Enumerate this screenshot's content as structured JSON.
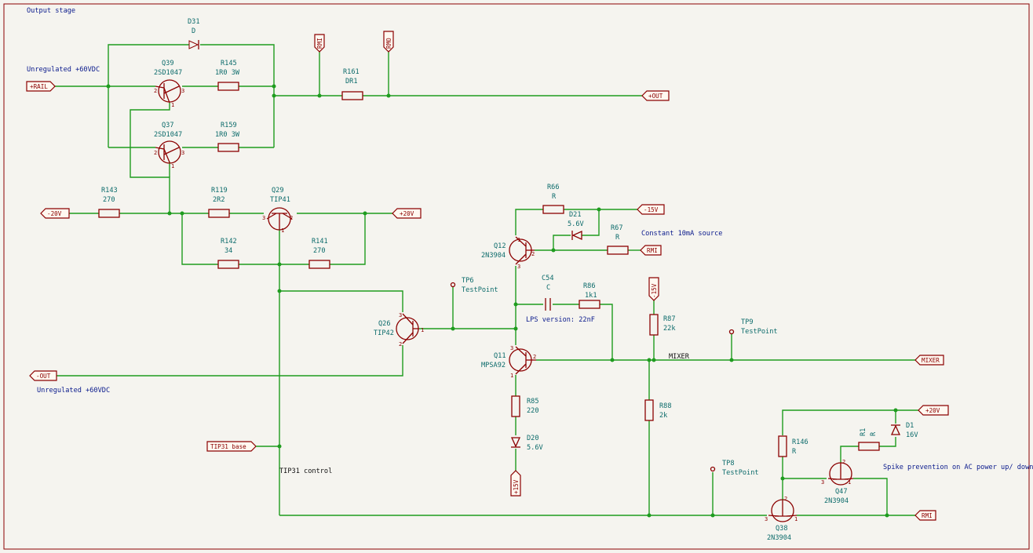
{
  "title": "Output stage",
  "notes": {
    "unreg_top": "Unregulated +60VDC",
    "unreg_bottom": "Unregulated +60VDC",
    "const_src": "Constant 10mA source",
    "lps": "LPS version: 22nF",
    "spike": "Spike prevention on AC power up/ down",
    "tip31_ctrl": "TIP31 control",
    "mixer_net": "MIXER"
  },
  "ports": {
    "rail": "+RAIL",
    "out": "+OUT",
    "m20": "-20V",
    "p20a": "+20V",
    "m15a": "-15V",
    "rmi_a": "RMI",
    "m15b": "-15V",
    "mout": "-OUT",
    "mixer": "MIXER",
    "p20b": "+20V",
    "tip31": "TIP31 base",
    "p15": "+15V",
    "rmi_b": "RMI",
    "rmi_top": "RMI",
    "rmo_top": "RMO"
  },
  "components": {
    "d31": {
      "ref": "D31",
      "val": "D"
    },
    "q39": {
      "ref": "Q39",
      "val": "2SD1047"
    },
    "r145": {
      "ref": "R145",
      "val": "1R0 3W"
    },
    "q37": {
      "ref": "Q37",
      "val": "2SD1047"
    },
    "r159": {
      "ref": "R159",
      "val": "1R0 3W"
    },
    "r161": {
      "ref": "R161",
      "val": "DR1"
    },
    "r143": {
      "ref": "R143",
      "val": "270"
    },
    "r119": {
      "ref": "R119",
      "val": "2R2"
    },
    "q29": {
      "ref": "Q29",
      "val": "TIP41"
    },
    "r142": {
      "ref": "R142",
      "val": "34"
    },
    "r141": {
      "ref": "R141",
      "val": "270"
    },
    "r66": {
      "ref": "R66",
      "val": "R"
    },
    "d21": {
      "ref": "D21",
      "val": "5.6V"
    },
    "r67": {
      "ref": "R67",
      "val": "R"
    },
    "q12": {
      "ref": "Q12",
      "val": "2N3904"
    },
    "tp6": {
      "ref": "TP6",
      "val": "TestPoint"
    },
    "c54": {
      "ref": "C54",
      "val": "C"
    },
    "r86": {
      "ref": "R86",
      "val": "1k1"
    },
    "q26": {
      "ref": "Q26",
      "val": "TIP42"
    },
    "r87": {
      "ref": "R87",
      "val": "22k"
    },
    "tp9": {
      "ref": "TP9",
      "val": "TestPoint"
    },
    "q11": {
      "ref": "Q11",
      "val": "MPSA92"
    },
    "r85": {
      "ref": "R85",
      "val": "220"
    },
    "d20": {
      "ref": "D20",
      "val": "5.6V"
    },
    "r88": {
      "ref": "R88",
      "val": "2k"
    },
    "r146": {
      "ref": "R146",
      "val": "R"
    },
    "r1": {
      "ref": "R1",
      "val": "R"
    },
    "d1": {
      "ref": "D1",
      "val": "16V"
    },
    "q47": {
      "ref": "Q47",
      "val": "2N3904"
    },
    "tp8": {
      "ref": "TP8",
      "val": "TestPoint"
    },
    "q38": {
      "ref": "Q38",
      "val": "2N3904"
    }
  },
  "pins": {
    "p1": "1",
    "p2": "2",
    "p3": "3"
  }
}
